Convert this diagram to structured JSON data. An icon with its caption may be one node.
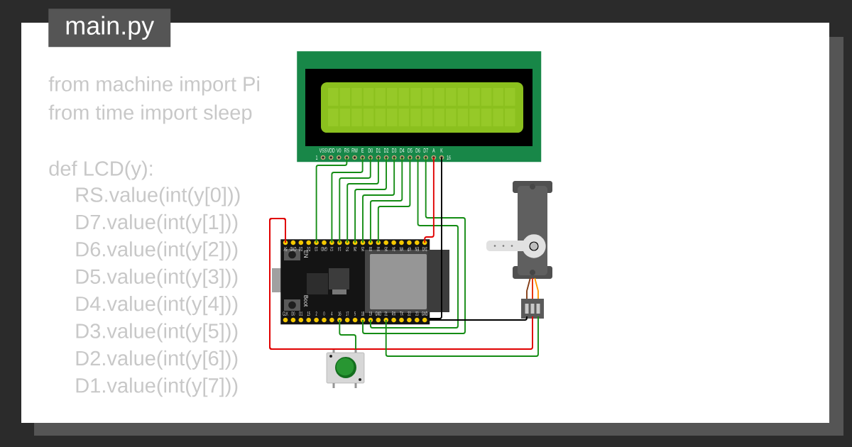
{
  "diagram": {
    "nodes": [
      {
        "text": [
          "main.py"
        ]
      },
      {
        "text": [],
        "shape": "picture"
      },
      {
        "text": [],
        "shape": "picture"
      },
      {
        "text": [],
        "shape": "picture"
      },
      {
        "text": [],
        "shape": "picture"
      }
    ],
    "edges": [
      {
        "from": 1,
        "to": 2,
        "arrow": "none"
      },
      {
        "from": 1,
        "to": 2,
        "arrow": "none"
      },
      {
        "from": 1,
        "to": 2,
        "arrow": "none"
      },
      {
        "from": 1,
        "to": 2,
        "arrow": "none"
      },
      {
        "from": 1,
        "to": 2,
        "arrow": "none"
      },
      {
        "from": 1,
        "to": 2,
        "arrow": "none"
      },
      {
        "from": 1,
        "to": 2,
        "arrow": "none"
      },
      {
        "from": 1,
        "to": 2,
        "arrow": "none"
      },
      {
        "from": 1,
        "to": 2,
        "arrow": "none"
      },
      {
        "from": 1,
        "to": 2,
        "arrow": "none"
      },
      {
        "from": 1,
        "to": 2,
        "arrow": "none",
        "color": "#e00000"
      },
      {
        "from": 1,
        "to": 2,
        "arrow": "none",
        "color": "#000000"
      },
      {
        "from": 2,
        "to": 3,
        "arrow": "none",
        "color": "#000000"
      },
      {
        "from": 2,
        "to": 3,
        "arrow": "none",
        "color": "#e00000"
      },
      {
        "from": 2,
        "to": 4,
        "arrow": "none",
        "color": "#e00000"
      },
      {
        "from": 2,
        "to": 3,
        "arrow": "none"
      },
      {
        "from": 2,
        "to": 4,
        "arrow": "none"
      }
    ],
    "labels": [
      "from machine import Pi",
      "from time import sleep",
      "def LCD(y):",
      "RS.value(int(y[0]))",
      "D7.value(int(y[1]))",
      "D6.value(int(y[2]))",
      "D5.value(int(y[3]))",
      "D4.value(int(y[4]))",
      "D3.value(int(y[5]))",
      "D2.value(int(y[6]))",
      "D1.value(int(y[7]))",
      "1",
      "VSS",
      "VDD",
      "V0",
      "RS",
      "RW",
      "E",
      "D0",
      "D1",
      "D2",
      "D3",
      "D4",
      "D5",
      "D6",
      "D7",
      "A",
      "K",
      "16",
      "5V",
      "CMD",
      "D3",
      "D2",
      "13",
      "GND",
      "12",
      "14",
      "27",
      "26",
      "25",
      "33",
      "32",
      "35",
      "34",
      "VN",
      "VP",
      "EN",
      "3V3",
      "CLK",
      "D0",
      "D1",
      "15",
      "2",
      "0",
      "4",
      "16",
      "17",
      "5",
      "18",
      "19",
      "GND",
      "21",
      "RX",
      "TX",
      "22",
      "23",
      "GND",
      "EN",
      "Boot"
    ]
  }
}
